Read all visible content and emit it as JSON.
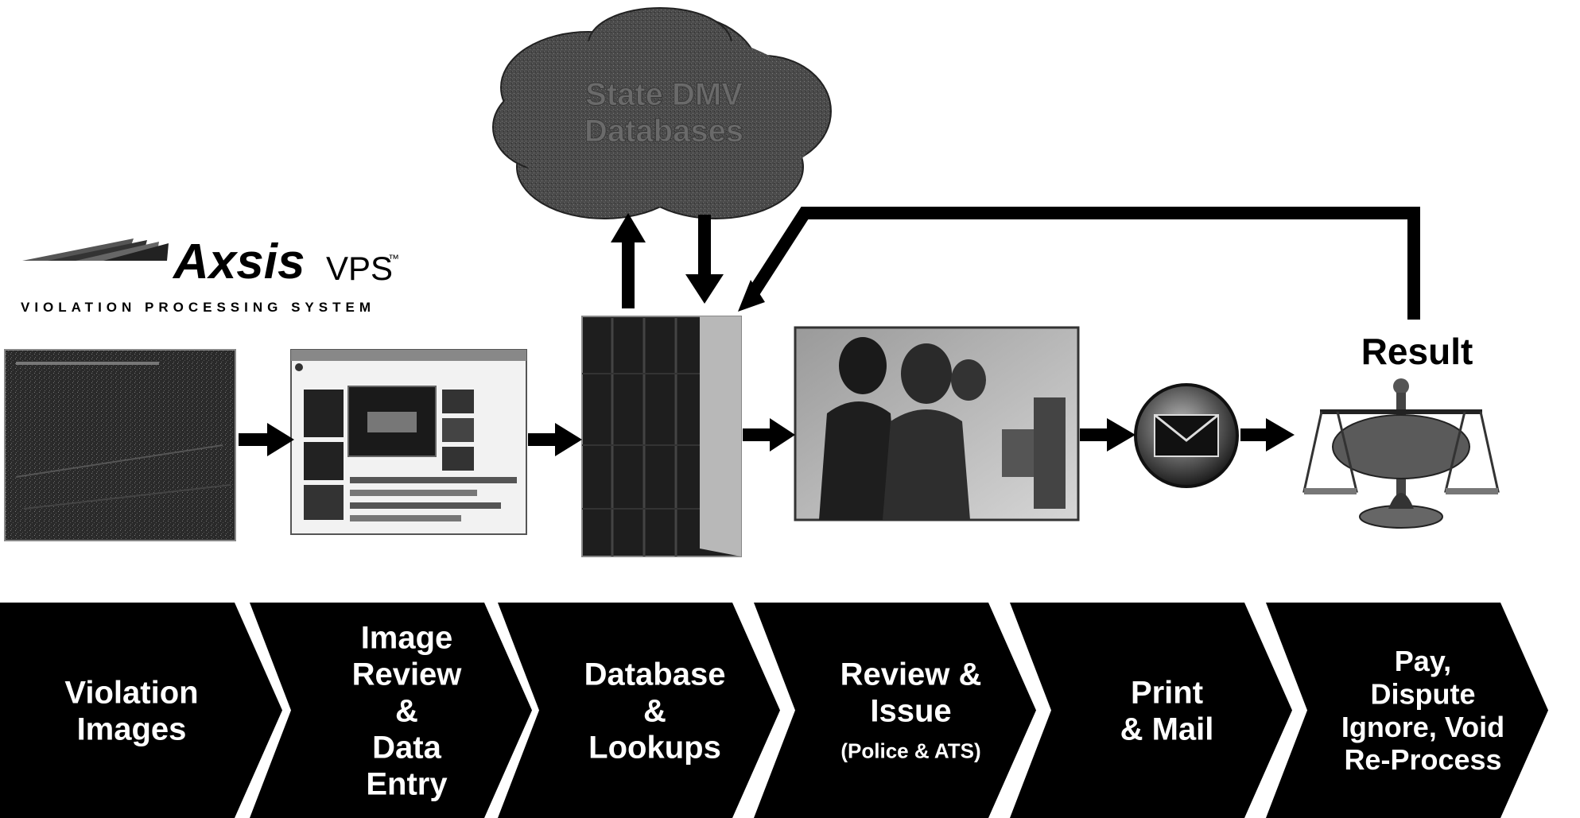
{
  "logo": {
    "brand": "Axsis",
    "product": "VPS",
    "tm": "™",
    "tagline": "VIOLATION PROCESSING SYSTEM"
  },
  "cloud": {
    "line1": "State DMV",
    "line2": "Databases"
  },
  "result_label": "Result",
  "steps": [
    {
      "lines": [
        "Violation",
        "Images"
      ]
    },
    {
      "lines": [
        "Image",
        "Review",
        "&",
        "Data",
        "Entry"
      ]
    },
    {
      "lines": [
        "Database",
        "&",
        "Lookups"
      ]
    },
    {
      "lines": [
        "Review &",
        "Issue",
        "(Police & ATS)"
      ]
    },
    {
      "lines": [
        "Print",
        "& Mail"
      ]
    },
    {
      "lines": [
        "Pay,",
        "Dispute",
        "Ignore, Void",
        "Re-Process"
      ]
    }
  ],
  "colors": {
    "chevron": "#000000",
    "chevron_text": "#ffffff",
    "arrow": "#000000",
    "cloud": "#4a4a4a",
    "scale_pan": "#5a5a5a"
  },
  "icons": [
    "violation-image-icon",
    "review-screen-icon",
    "server-rack-icon",
    "operators-photo-icon",
    "mail-envelope-icon",
    "scales-of-justice-icon"
  ]
}
